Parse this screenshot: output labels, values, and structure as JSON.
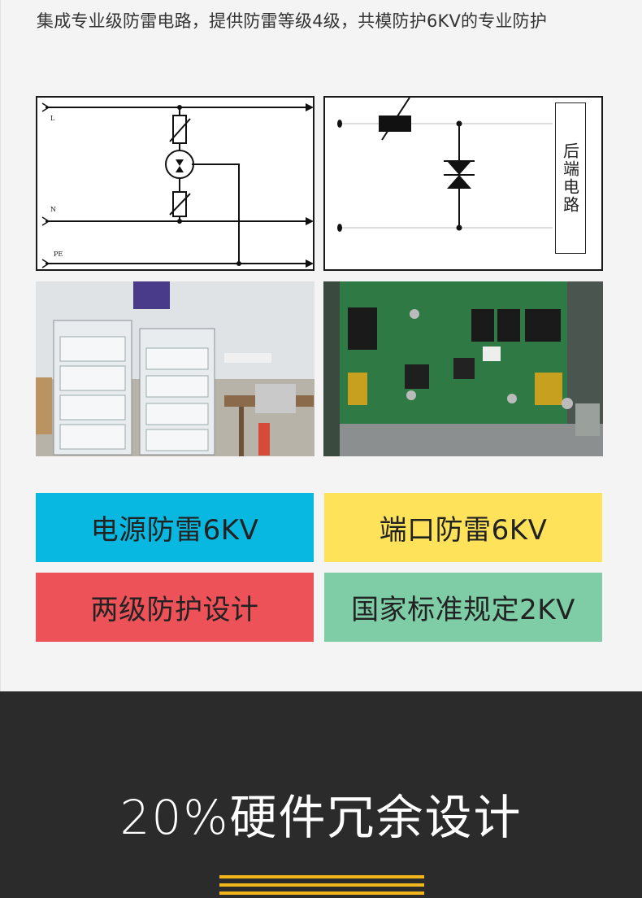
{
  "intro_text": "集成专业级防雷电路，提供防雷等级4级，共模防护6KV的专业防护",
  "diagram1": {
    "label_L": "L",
    "label_N": "N",
    "label_PE": "PE"
  },
  "diagram2": {
    "side_label": "后端电路"
  },
  "features": [
    {
      "label": "电源防雷6KV",
      "color": "#08b8e0"
    },
    {
      "label": "端口防雷6KV",
      "color": "#fde25a"
    },
    {
      "label": "两级防护设计",
      "color": "#ec5258"
    },
    {
      "label": "国家标准规定2KV",
      "color": "#7fcda6"
    }
  ],
  "bottom": {
    "title": "20%硬件冗余设计",
    "accent": "#f3b51c",
    "background": "#2b2b2b"
  }
}
